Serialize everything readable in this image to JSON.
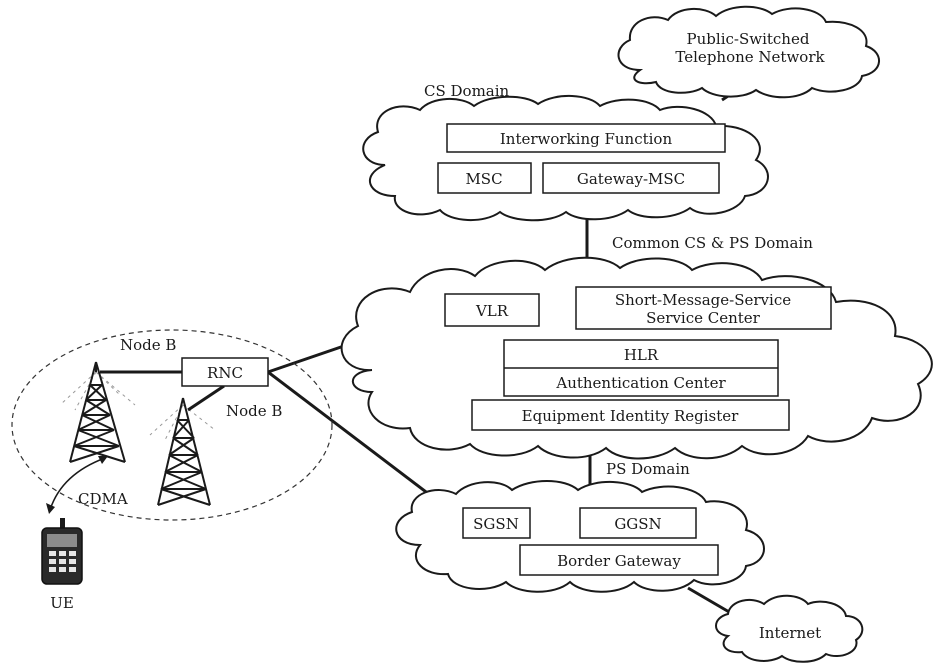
{
  "labels": {
    "pstn_line1": "Public-Switched",
    "pstn_line2": "Telephone Network",
    "cs_domain": "CS Domain",
    "common_domain": "Common CS & PS Domain",
    "ps_domain": "PS Domain",
    "internet": "Internet",
    "node_b_top": "Node B",
    "node_b_right": "Node B",
    "cdma": "CDMA",
    "ue": "UE"
  },
  "boxes": {
    "interworking": "Interworking Function",
    "msc": "MSC",
    "gateway_msc": "Gateway-MSC",
    "vlr": "VLR",
    "sms_line1": "Short-Message-Service",
    "sms_line2": "Service Center",
    "hlr": "HLR",
    "auth_center": "Authentication Center",
    "eir": "Equipment Identity Register",
    "sgsn": "SGSN",
    "ggsn": "GGSN",
    "border_gateway": "Border Gateway",
    "rnc": "RNC"
  }
}
